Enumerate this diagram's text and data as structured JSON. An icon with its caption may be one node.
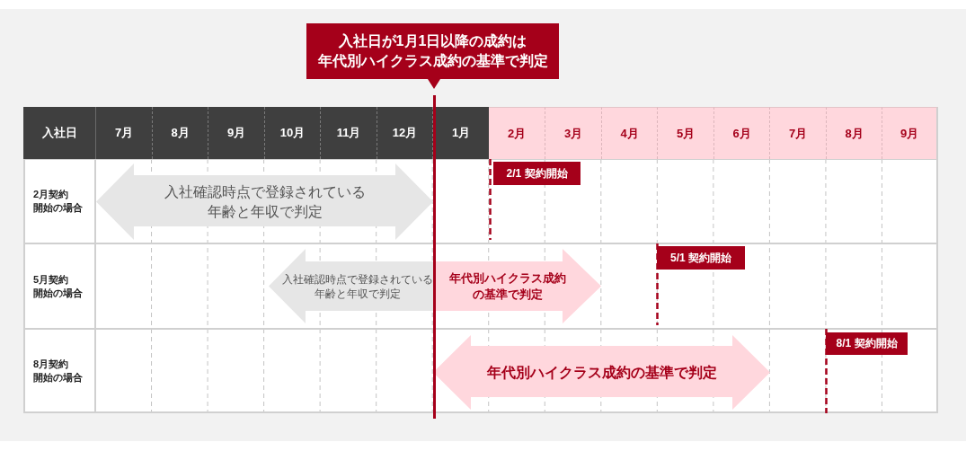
{
  "diagram": {
    "nodes": [
      {
        "text": [
          "入社日が1月1日以降の成約は",
          "年代別ハイクラス成約の基準で判定"
        ]
      },
      {
        "text": [
          "入社確認時点で登録されている年齢と年収で判定"
        ]
      },
      {
        "text": [
          "2/1 契約開始"
        ]
      },
      {
        "text": [
          "入社確認時点で登録されている年齢と年収で判定"
        ]
      },
      {
        "text": [
          "年代別ハイクラス成約の基準で判定"
        ]
      },
      {
        "text": [
          "5/1 契約開始"
        ]
      },
      {
        "text": [
          "年代別ハイクラス成約の基準で判定"
        ]
      },
      {
        "text": [
          "8/1 契約開始"
        ]
      }
    ],
    "labels": [
      "入社日",
      "7月",
      "8月",
      "9月",
      "10月",
      "11月",
      "12月",
      "1月",
      "2月",
      "3月",
      "4月",
      "5月",
      "6月",
      "7月",
      "8月",
      "9月",
      "2月契約",
      "開始の場合",
      "5月契約",
      "開始の場合",
      "8月契約",
      "開始の場合"
    ]
  }
}
